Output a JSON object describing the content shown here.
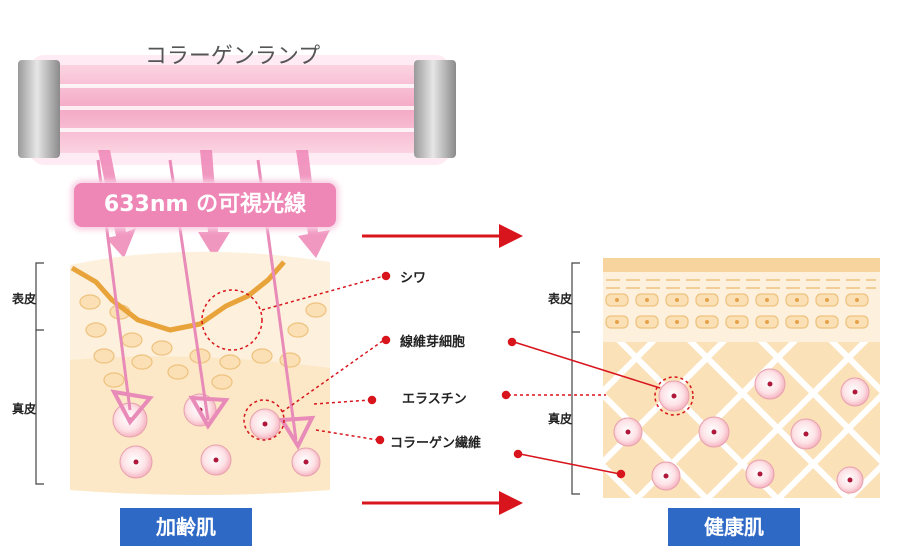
{
  "lamp": {
    "title": "コラーゲンランプ"
  },
  "light_band": {
    "label": "633nm の可視光線"
  },
  "layers": {
    "epidermis": "表皮",
    "dermis": "真皮"
  },
  "callouts": {
    "wrinkle": "シワ",
    "fibroblast": "線維芽細胞",
    "elastin": "エラスチン",
    "collagen": "コラーゲン繊維"
  },
  "panels": {
    "aged": "加齢肌",
    "healthy": "健康肌"
  },
  "colors": {
    "lamp_pink": "#f4b2cb",
    "arrow_pink": "#ee86b6",
    "annotation_red": "#d8141c",
    "skin_base": "#fbe6c2",
    "label_blue": "#2f69c6"
  }
}
